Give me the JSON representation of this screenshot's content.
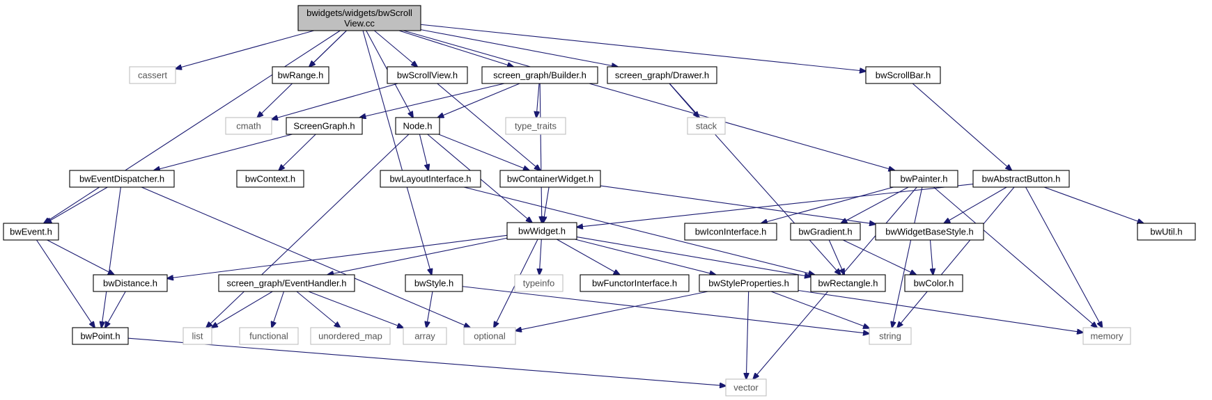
{
  "diagram": {
    "root": "n0",
    "nodes": [
      {
        "id": "n0",
        "lines": [
          "bwidgets/widgets/bwScroll",
          "View.cc"
        ],
        "kind": "root"
      },
      {
        "id": "n1",
        "lines": [
          "bwEvent.h"
        ],
        "kind": "header"
      },
      {
        "id": "n2",
        "lines": [
          "cassert"
        ],
        "kind": "system"
      },
      {
        "id": "n3",
        "lines": [
          "cmath"
        ],
        "kind": "system"
      },
      {
        "id": "n4",
        "lines": [
          "bwRange.h"
        ],
        "kind": "header"
      },
      {
        "id": "n5",
        "lines": [
          "Node.h"
        ],
        "kind": "header"
      },
      {
        "id": "n6",
        "lines": [
          "bwScrollView.h"
        ],
        "kind": "header"
      },
      {
        "id": "n7",
        "lines": [
          "screen_graph/Builder.h"
        ],
        "kind": "header"
      },
      {
        "id": "n8",
        "lines": [
          "screen_graph/Drawer.h"
        ],
        "kind": "header"
      },
      {
        "id": "n9",
        "lines": [
          "bwScrollBar.h"
        ],
        "kind": "header"
      },
      {
        "id": "n10",
        "lines": [
          "ScreenGraph.h"
        ],
        "kind": "header"
      },
      {
        "id": "n11",
        "lines": [
          "type_traits"
        ],
        "kind": "system"
      },
      {
        "id": "n12",
        "lines": [
          "stack"
        ],
        "kind": "system"
      },
      {
        "id": "n13",
        "lines": [
          "bwEventDispatcher.h"
        ],
        "kind": "header"
      },
      {
        "id": "n14",
        "lines": [
          "bwContext.h"
        ],
        "kind": "header"
      },
      {
        "id": "n15",
        "lines": [
          "bwLayoutInterface.h"
        ],
        "kind": "header"
      },
      {
        "id": "n16",
        "lines": [
          "bwContainerWidget.h"
        ],
        "kind": "header"
      },
      {
        "id": "n17",
        "lines": [
          "bwPainter.h"
        ],
        "kind": "header"
      },
      {
        "id": "n18",
        "lines": [
          "bwAbstractButton.h"
        ],
        "kind": "header"
      },
      {
        "id": "n19",
        "lines": [
          "bwWidget.h"
        ],
        "kind": "header"
      },
      {
        "id": "n20",
        "lines": [
          "bwIconInterface.h"
        ],
        "kind": "header"
      },
      {
        "id": "n21",
        "lines": [
          "bwGradient.h"
        ],
        "kind": "header"
      },
      {
        "id": "n22",
        "lines": [
          "bwWidgetBaseStyle.h"
        ],
        "kind": "header"
      },
      {
        "id": "n23",
        "lines": [
          "bwUtil.h"
        ],
        "kind": "header"
      },
      {
        "id": "n24",
        "lines": [
          "bwDistance.h"
        ],
        "kind": "header"
      },
      {
        "id": "n25",
        "lines": [
          "screen_graph/EventHandler.h"
        ],
        "kind": "header"
      },
      {
        "id": "n26",
        "lines": [
          "bwStyle.h"
        ],
        "kind": "header"
      },
      {
        "id": "n27",
        "lines": [
          "typeinfo"
        ],
        "kind": "system"
      },
      {
        "id": "n28",
        "lines": [
          "bwFunctorInterface.h"
        ],
        "kind": "header"
      },
      {
        "id": "n29",
        "lines": [
          "bwStyleProperties.h"
        ],
        "kind": "header"
      },
      {
        "id": "n30",
        "lines": [
          "bwRectangle.h"
        ],
        "kind": "header"
      },
      {
        "id": "n31",
        "lines": [
          "bwColor.h"
        ],
        "kind": "header"
      },
      {
        "id": "n32",
        "lines": [
          "bwPoint.h"
        ],
        "kind": "header"
      },
      {
        "id": "n33",
        "lines": [
          "list"
        ],
        "kind": "system"
      },
      {
        "id": "n34",
        "lines": [
          "functional"
        ],
        "kind": "system"
      },
      {
        "id": "n35",
        "lines": [
          "unordered_map"
        ],
        "kind": "system"
      },
      {
        "id": "n36",
        "lines": [
          "array"
        ],
        "kind": "system"
      },
      {
        "id": "n37",
        "lines": [
          "optional"
        ],
        "kind": "system"
      },
      {
        "id": "n38",
        "lines": [
          "string"
        ],
        "kind": "system"
      },
      {
        "id": "n39",
        "lines": [
          "memory"
        ],
        "kind": "system"
      },
      {
        "id": "n40",
        "lines": [
          "vector"
        ],
        "kind": "system"
      }
    ],
    "edges": [
      [
        "n0",
        "n1"
      ],
      [
        "n0",
        "n2"
      ],
      [
        "n0",
        "n3"
      ],
      [
        "n0",
        "n4"
      ],
      [
        "n0",
        "n5"
      ],
      [
        "n0",
        "n6"
      ],
      [
        "n0",
        "n7"
      ],
      [
        "n0",
        "n8"
      ],
      [
        "n0",
        "n9"
      ],
      [
        "n0",
        "n17"
      ],
      [
        "n0",
        "n26"
      ],
      [
        "n6",
        "n3"
      ],
      [
        "n6",
        "n16"
      ],
      [
        "n7",
        "n10"
      ],
      [
        "n7",
        "n5"
      ],
      [
        "n7",
        "n11"
      ],
      [
        "n7",
        "n19"
      ],
      [
        "n8",
        "n12"
      ],
      [
        "n8",
        "n30"
      ],
      [
        "n9",
        "n18"
      ],
      [
        "n10",
        "n13"
      ],
      [
        "n10",
        "n14"
      ],
      [
        "n5",
        "n15"
      ],
      [
        "n5",
        "n16"
      ],
      [
        "n5",
        "n19"
      ],
      [
        "n5",
        "n33"
      ],
      [
        "n13",
        "n1"
      ],
      [
        "n13",
        "n32"
      ],
      [
        "n13",
        "n37"
      ],
      [
        "n1",
        "n24"
      ],
      [
        "n1",
        "n32"
      ],
      [
        "n15",
        "n30"
      ],
      [
        "n16",
        "n19"
      ],
      [
        "n16",
        "n22"
      ],
      [
        "n17",
        "n20"
      ],
      [
        "n17",
        "n21"
      ],
      [
        "n17",
        "n38"
      ],
      [
        "n17",
        "n39"
      ],
      [
        "n17",
        "n40"
      ],
      [
        "n18",
        "n19"
      ],
      [
        "n18",
        "n22"
      ],
      [
        "n18",
        "n23"
      ],
      [
        "n18",
        "n38"
      ],
      [
        "n18",
        "n39"
      ],
      [
        "n19",
        "n24"
      ],
      [
        "n19",
        "n25"
      ],
      [
        "n19",
        "n27"
      ],
      [
        "n19",
        "n28"
      ],
      [
        "n19",
        "n29"
      ],
      [
        "n19",
        "n30"
      ],
      [
        "n19",
        "n37"
      ],
      [
        "n21",
        "n30"
      ],
      [
        "n21",
        "n31"
      ],
      [
        "n22",
        "n31"
      ],
      [
        "n24",
        "n32"
      ],
      [
        "n25",
        "n33"
      ],
      [
        "n25",
        "n34"
      ],
      [
        "n25",
        "n35"
      ],
      [
        "n25",
        "n36"
      ],
      [
        "n26",
        "n36"
      ],
      [
        "n26",
        "n38"
      ],
      [
        "n29",
        "n37"
      ],
      [
        "n29",
        "n38"
      ],
      [
        "n29",
        "n39"
      ],
      [
        "n29",
        "n40"
      ],
      [
        "n32",
        "n40"
      ]
    ]
  }
}
